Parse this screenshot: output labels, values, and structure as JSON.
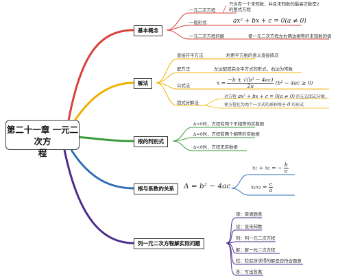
{
  "root": {
    "line1": "第二十一章 一元二次方",
    "line2": "程"
  },
  "topics": {
    "basic": "基本概念",
    "solve": "解法",
    "discriminant": "根的判别式",
    "vieta": "根与系数的关系",
    "application": "列一元二次方程解实际问题"
  },
  "basic": {
    "def_label": "一元二次方程",
    "def_text_1": "只含有一个未知数，并且未知数的最高次数是2",
    "def_text_2": "的整式方程",
    "general_label": "一般形式",
    "general_formula": "ax² + bx + c = 0(a ≠ 0)",
    "root_label": "一元二次方程的解",
    "root_text": "使一元二次方程左右两边相等的未知数的值"
  },
  "solve": {
    "direct_label": "直接开平方法",
    "direct_text": "利用平方根的意义直接降次",
    "complete_label": "配方法",
    "complete_text": "左边配成完全平方式的形式，右边为常数",
    "formula_label": "公式法",
    "formula_lhs": "x =",
    "formula_num": "−b ± √(b² − 4ac)",
    "formula_den": "2a",
    "formula_cond": "(b² − 4ac ≥ 0)",
    "factor_label": "因式分解法",
    "factor_text_1a": "对方程",
    "factor_text_1b": "ax² + bx + c = 0(a ≠ 0)",
    "factor_text_1c": "的左边因式分解，",
    "factor_text_2a": "使方程化为两个一次式的乘积等于",
    "factor_text_2b": "0",
    "factor_text_2c": "的形式"
  },
  "discriminant": {
    "items": [
      "Δ>0时，方程有两个不相等的实数根",
      "Δ=0时，方程有两个相等的实数根",
      "Δ<0时，方程无实数根"
    ]
  },
  "vieta": {
    "delta": "Δ = b² − 4ac",
    "sum_lhs": "x₁ + x₂ = −",
    "sum_num": "b",
    "sum_den": "a",
    "prod_lhs": "x₁x₂ =",
    "prod_num": "c",
    "prod_den": "a"
  },
  "application": {
    "items": [
      "审：审清题意",
      "设：设未知数",
      "列：列一元二次方程",
      "解：解一元二次方程",
      "检：检验所求得的解是否符合题意",
      "答：写出答案"
    ]
  },
  "colors": {
    "red": "#d9413a",
    "yellow": "#f0b100",
    "green": "#3a9a3a",
    "blue": "#2f6db5",
    "purple": "#4b2a8c"
  }
}
